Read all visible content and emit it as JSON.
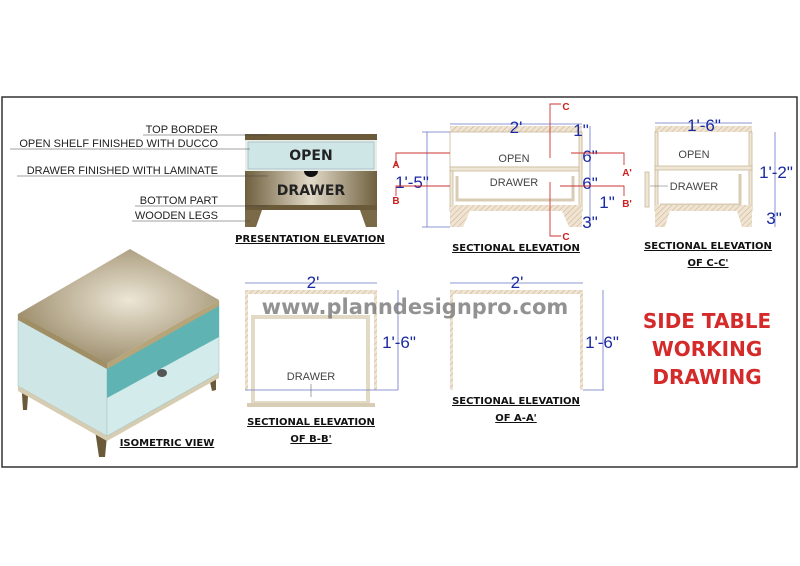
{
  "colors": {
    "heading": "#d42a2a",
    "dimension": "#1a2aa0",
    "section_marker": "#c22",
    "ducco": "#cfe6e6",
    "laminate": "#8a7650",
    "teal": "#5fb3b3"
  },
  "presentation": {
    "labels": [
      "TOP BORDER",
      "OPEN SHELF FINISHED WITH DUCCO",
      "DRAWER FINISHED WITH LAMINATE",
      "BOTTOM PART",
      "WOODEN LEGS"
    ],
    "open": "OPEN",
    "drawer": "DRAWER",
    "title": "PRESENTATION ELEVATION"
  },
  "sectional": {
    "width": "2'",
    "height": "1'-5\"",
    "dims": [
      "1\"",
      "6\"",
      "6\"",
      "1\"",
      "3\""
    ],
    "open": "OPEN",
    "drawer": "DRAWER",
    "markers": {
      "a": "A",
      "a2": "A'",
      "b": "B",
      "b2": "B'",
      "c": "C"
    },
    "title": "SECTIONAL ELEVATION"
  },
  "section_cc": {
    "width": "1'-6\"",
    "height": "1'-2\"",
    "leg": "3\"",
    "open": "OPEN",
    "drawer": "DRAWER",
    "title1": "SECTIONAL ELEVATION",
    "title2": "OF C-C'"
  },
  "section_bb": {
    "width": "2'",
    "height": "1'-6\"",
    "drawer": "DRAWER",
    "title1": "SECTIONAL ELEVATION",
    "title2": "OF B-B'"
  },
  "section_aa": {
    "width": "2'",
    "height": "1'-6\"",
    "title1": "SECTIONAL ELEVATION",
    "title2": "OF A-A'"
  },
  "isometric": {
    "title": "ISOMETRIC VIEW"
  },
  "heading": [
    "SIDE TABLE",
    "WORKING",
    "DRAWING"
  ],
  "watermark": "www.planndesignpro.com"
}
